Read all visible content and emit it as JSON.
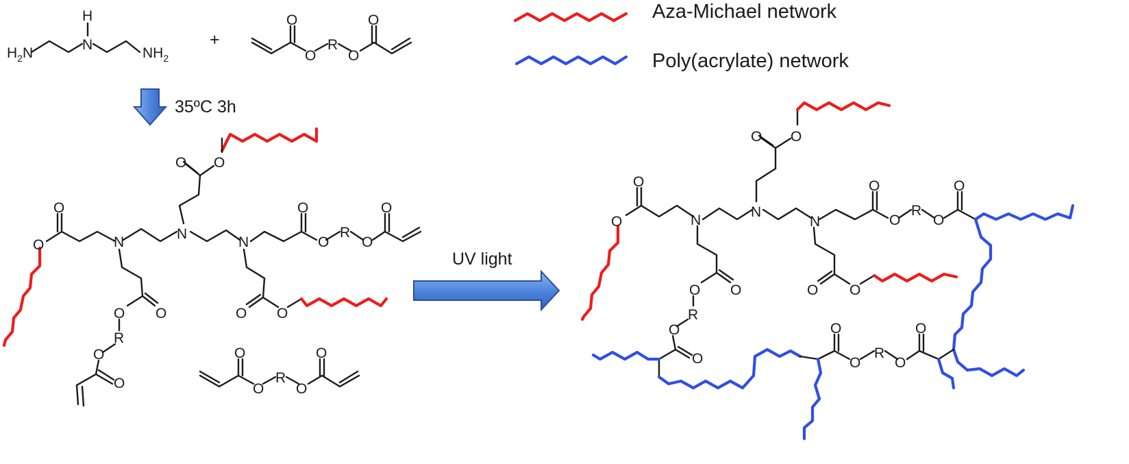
{
  "reactants": {
    "amine": {
      "h2n_left": "H",
      "h2n_left_sub": "2",
      "h2n_left_n": "N",
      "nh_mid": "N",
      "nh_mid_h": "H",
      "nh2_right": "NH",
      "nh2_right_sub": "2"
    },
    "plus": "+",
    "diacrylate": {
      "o1": "O",
      "o2": "O",
      "r": "R",
      "o3": "O",
      "o4": "O"
    }
  },
  "step1": {
    "condition": "35ºC 3h"
  },
  "step2": {
    "condition": "UV light"
  },
  "legend": {
    "aza": {
      "label": "Aza-Michael network",
      "color": "#ee1c1c"
    },
    "poly": {
      "label": "Poly(acrylate) network",
      "color": "#2f4fe6"
    }
  },
  "atoms": {
    "N": "N",
    "O": "O",
    "R": "R"
  },
  "colors": {
    "arrow_fill": "#4f86dd",
    "arrow_stroke": "#2a4e9a",
    "bond": "#1a1a1a"
  }
}
